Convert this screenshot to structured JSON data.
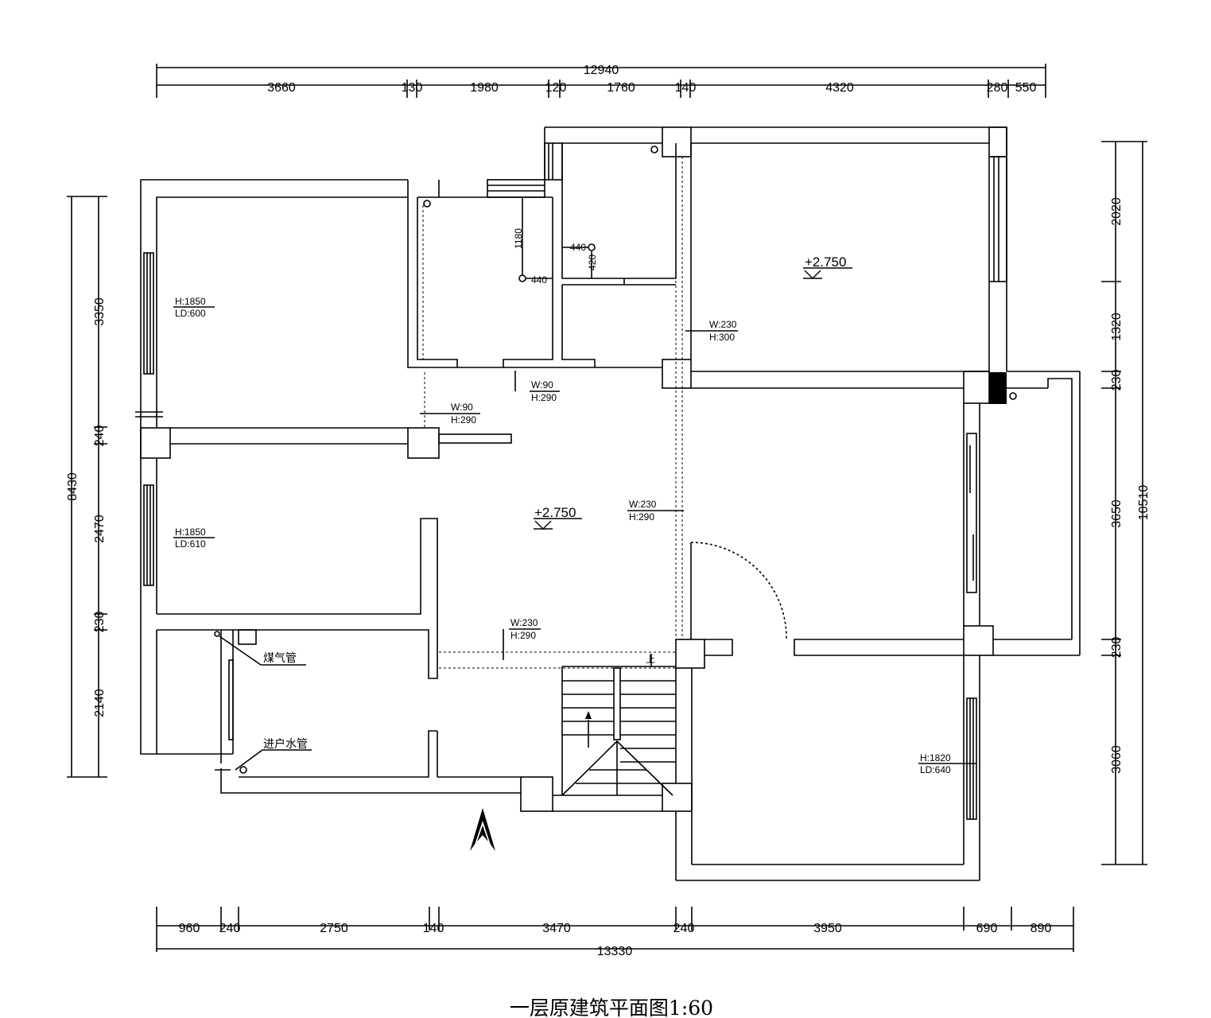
{
  "title": "一层原建筑平面图1:60",
  "dimensions": {
    "top_total": "12940",
    "top_segments": [
      "3660",
      "130",
      "1980",
      "120",
      "1760",
      "140",
      "4320",
      "280",
      "550"
    ],
    "bottom_total": "13330",
    "bottom_segments": [
      "960",
      "240",
      "2750",
      "140",
      "3470",
      "240",
      "3950",
      "690",
      "890"
    ],
    "left_total": "8430",
    "left_segments": [
      "3350",
      "240",
      "2470",
      "230",
      "2140"
    ],
    "right_total": "10510",
    "right_segments": [
      "2020",
      "1320",
      "230",
      "3650",
      "230",
      "3060"
    ]
  },
  "levels": [
    "+2.750",
    "+2.750"
  ],
  "annotations": {
    "window_top_left": [
      "H:1850",
      "LD:600"
    ],
    "window_mid_left": [
      "H:1850",
      "LD:610"
    ],
    "window_bottom_right": [
      "H:1820",
      "LD:640"
    ],
    "beam_1": [
      "W:230",
      "H:300"
    ],
    "beam_2": [
      "W:90",
      "H:290"
    ],
    "beam_3": [
      "W:90",
      "H:290"
    ],
    "beam_4": [
      "W:230",
      "H:290"
    ],
    "beam_5": [
      "W:230",
      "H:290"
    ],
    "pipe_dims": [
      "1180",
      "440",
      "420",
      "440"
    ],
    "gas_pipe": "煤气管",
    "water_pipe": "进户水管",
    "stair_up": "上"
  },
  "colors": {
    "line": "#000000",
    "background": "#ffffff"
  },
  "icons": [
    "north-arrow-icon"
  ]
}
